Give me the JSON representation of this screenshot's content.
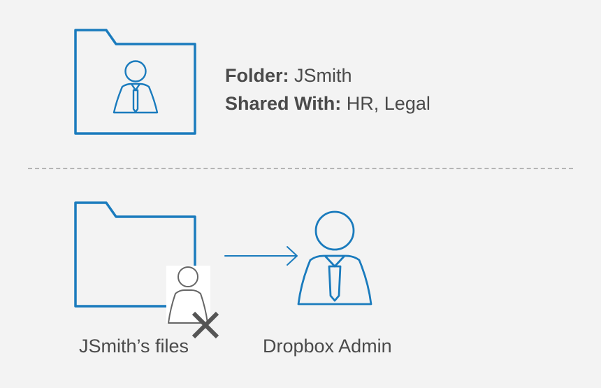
{
  "top": {
    "folder_label": "Folder:",
    "folder_value": "JSmith",
    "shared_label": "Shared With:",
    "shared_value": "HR, Legal"
  },
  "bottom": {
    "files_caption": "JSmith’s files",
    "admin_caption": "Dropbox Admin"
  },
  "icons": [
    "folder-icon",
    "user-icon",
    "arrow-right-icon",
    "remove-x-icon"
  ],
  "colors": {
    "background": "#f3f3f3",
    "accent_blue": "#1a7bbd",
    "text": "#4a4a4a",
    "removed_user_gray": "#666666",
    "x_mark": "#555555",
    "divider": "#b5b5b5"
  }
}
